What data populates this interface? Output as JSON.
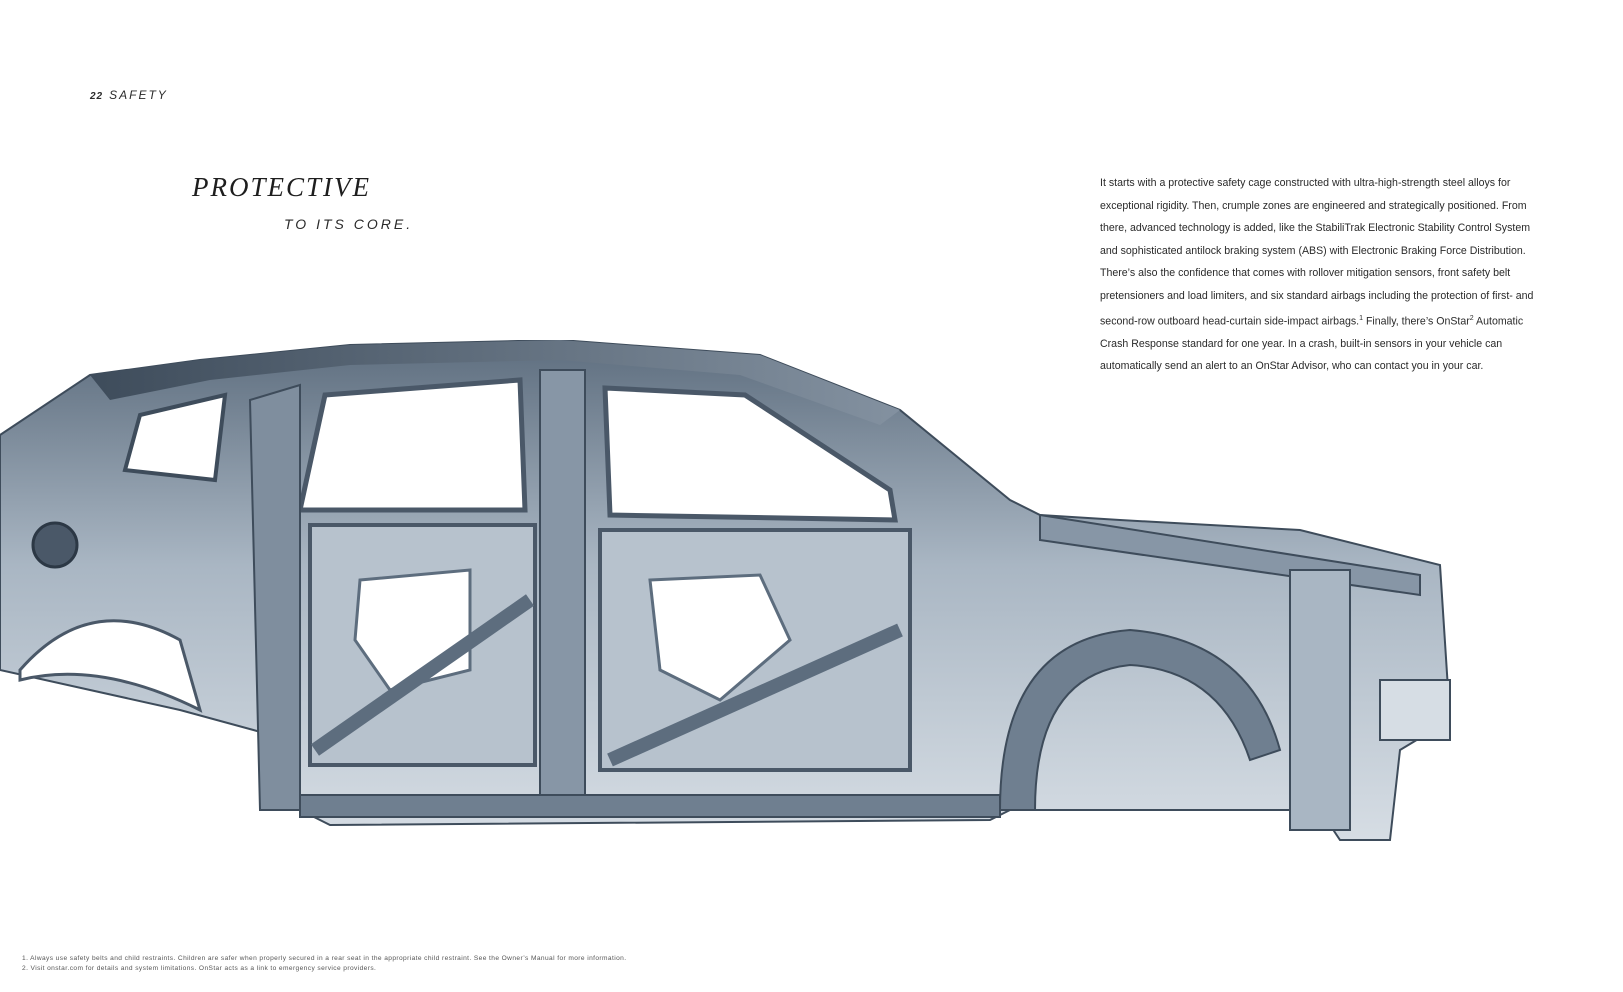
{
  "page": {
    "number": "22",
    "section": "SAFETY"
  },
  "heading": {
    "title": "PROTECTIVE",
    "subtitle": "TO ITS CORE."
  },
  "body": {
    "part1": "It starts with a protective safety cage constructed with ultra-high-strength steel alloys for exceptional rigidity. Then, crumple zones are engineered and strategically positioned. From there, advanced technology is added, like the StabiliTrak Electronic Stability Control System and sophisticated antilock braking system (ABS) with Electronic Braking Force Distribution. There’s also the confidence that comes with rollover mitigation sensors, front safety belt pretensioners and load limiters, and six standard airbags including the protection of first- and second-row outboard head-curtain side-impact airbags.",
    "sup1": "1",
    "part2": " Finally, there’s OnStar",
    "sup2": "2",
    "part3": " Automatic Crash Response standard for one year. In a crash, built-in sensors in your vehicle can automatically send an alert to an OnStar Advisor, who can contact you in your car."
  },
  "footnotes": [
    "1. Always use safety belts and child restraints. Children are safer when properly secured in a rear seat in the appropriate child restraint. See the Owner’s Manual for more information.",
    "2. Visit onstar.com for details and system limitations. OnStar acts as a link to emergency service providers."
  ],
  "colors": {
    "steel_light": "#d4dde6",
    "steel_mid": "#8c9cad",
    "steel_dark": "#3e4c5b"
  },
  "image": {
    "subject": "car-body-frame-illustration"
  }
}
